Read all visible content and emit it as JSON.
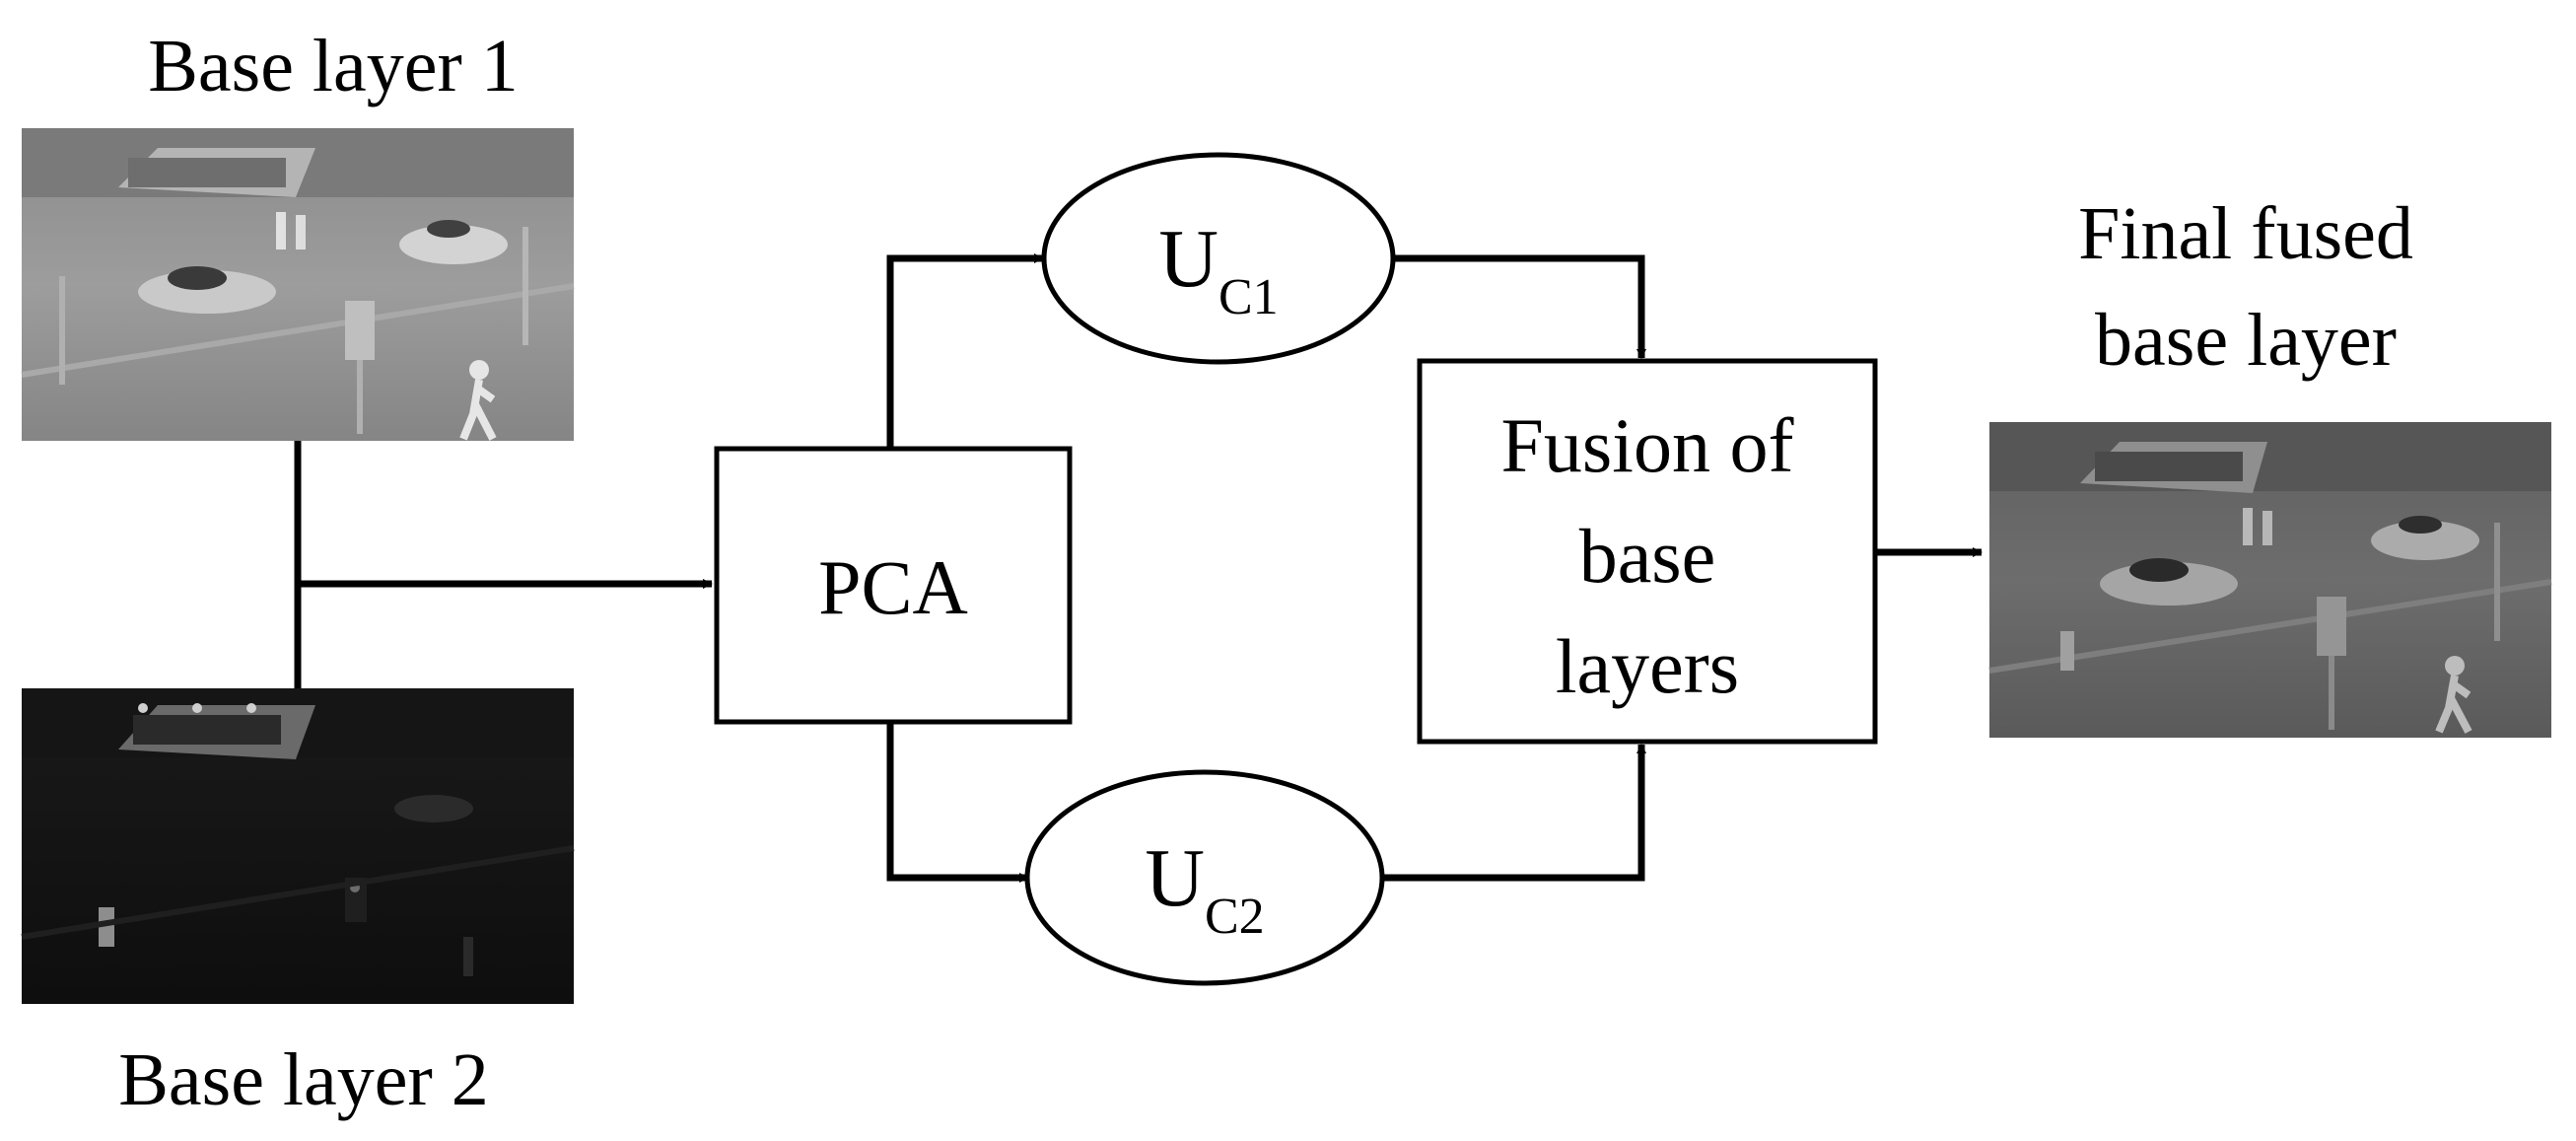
{
  "labels": {
    "base_layer_1": "Base layer 1",
    "base_layer_2": "Base layer 2",
    "final_line1": "Final fused",
    "final_line2": "base layer"
  },
  "blocks": {
    "pca": "PCA",
    "fusion_line1": "Fusion of",
    "fusion_line2": "base",
    "fusion_line3": "layers"
  },
  "nodes": {
    "uc1_main": "U",
    "uc1_sub": "C1",
    "uc2_main": "U",
    "uc2_sub": "C2"
  },
  "images": {
    "base_layer_1": "bright grayscale thermal street scene",
    "base_layer_2": "dark grayscale thermal street scene",
    "final_fused": "medium grayscale fused thermal street scene"
  }
}
